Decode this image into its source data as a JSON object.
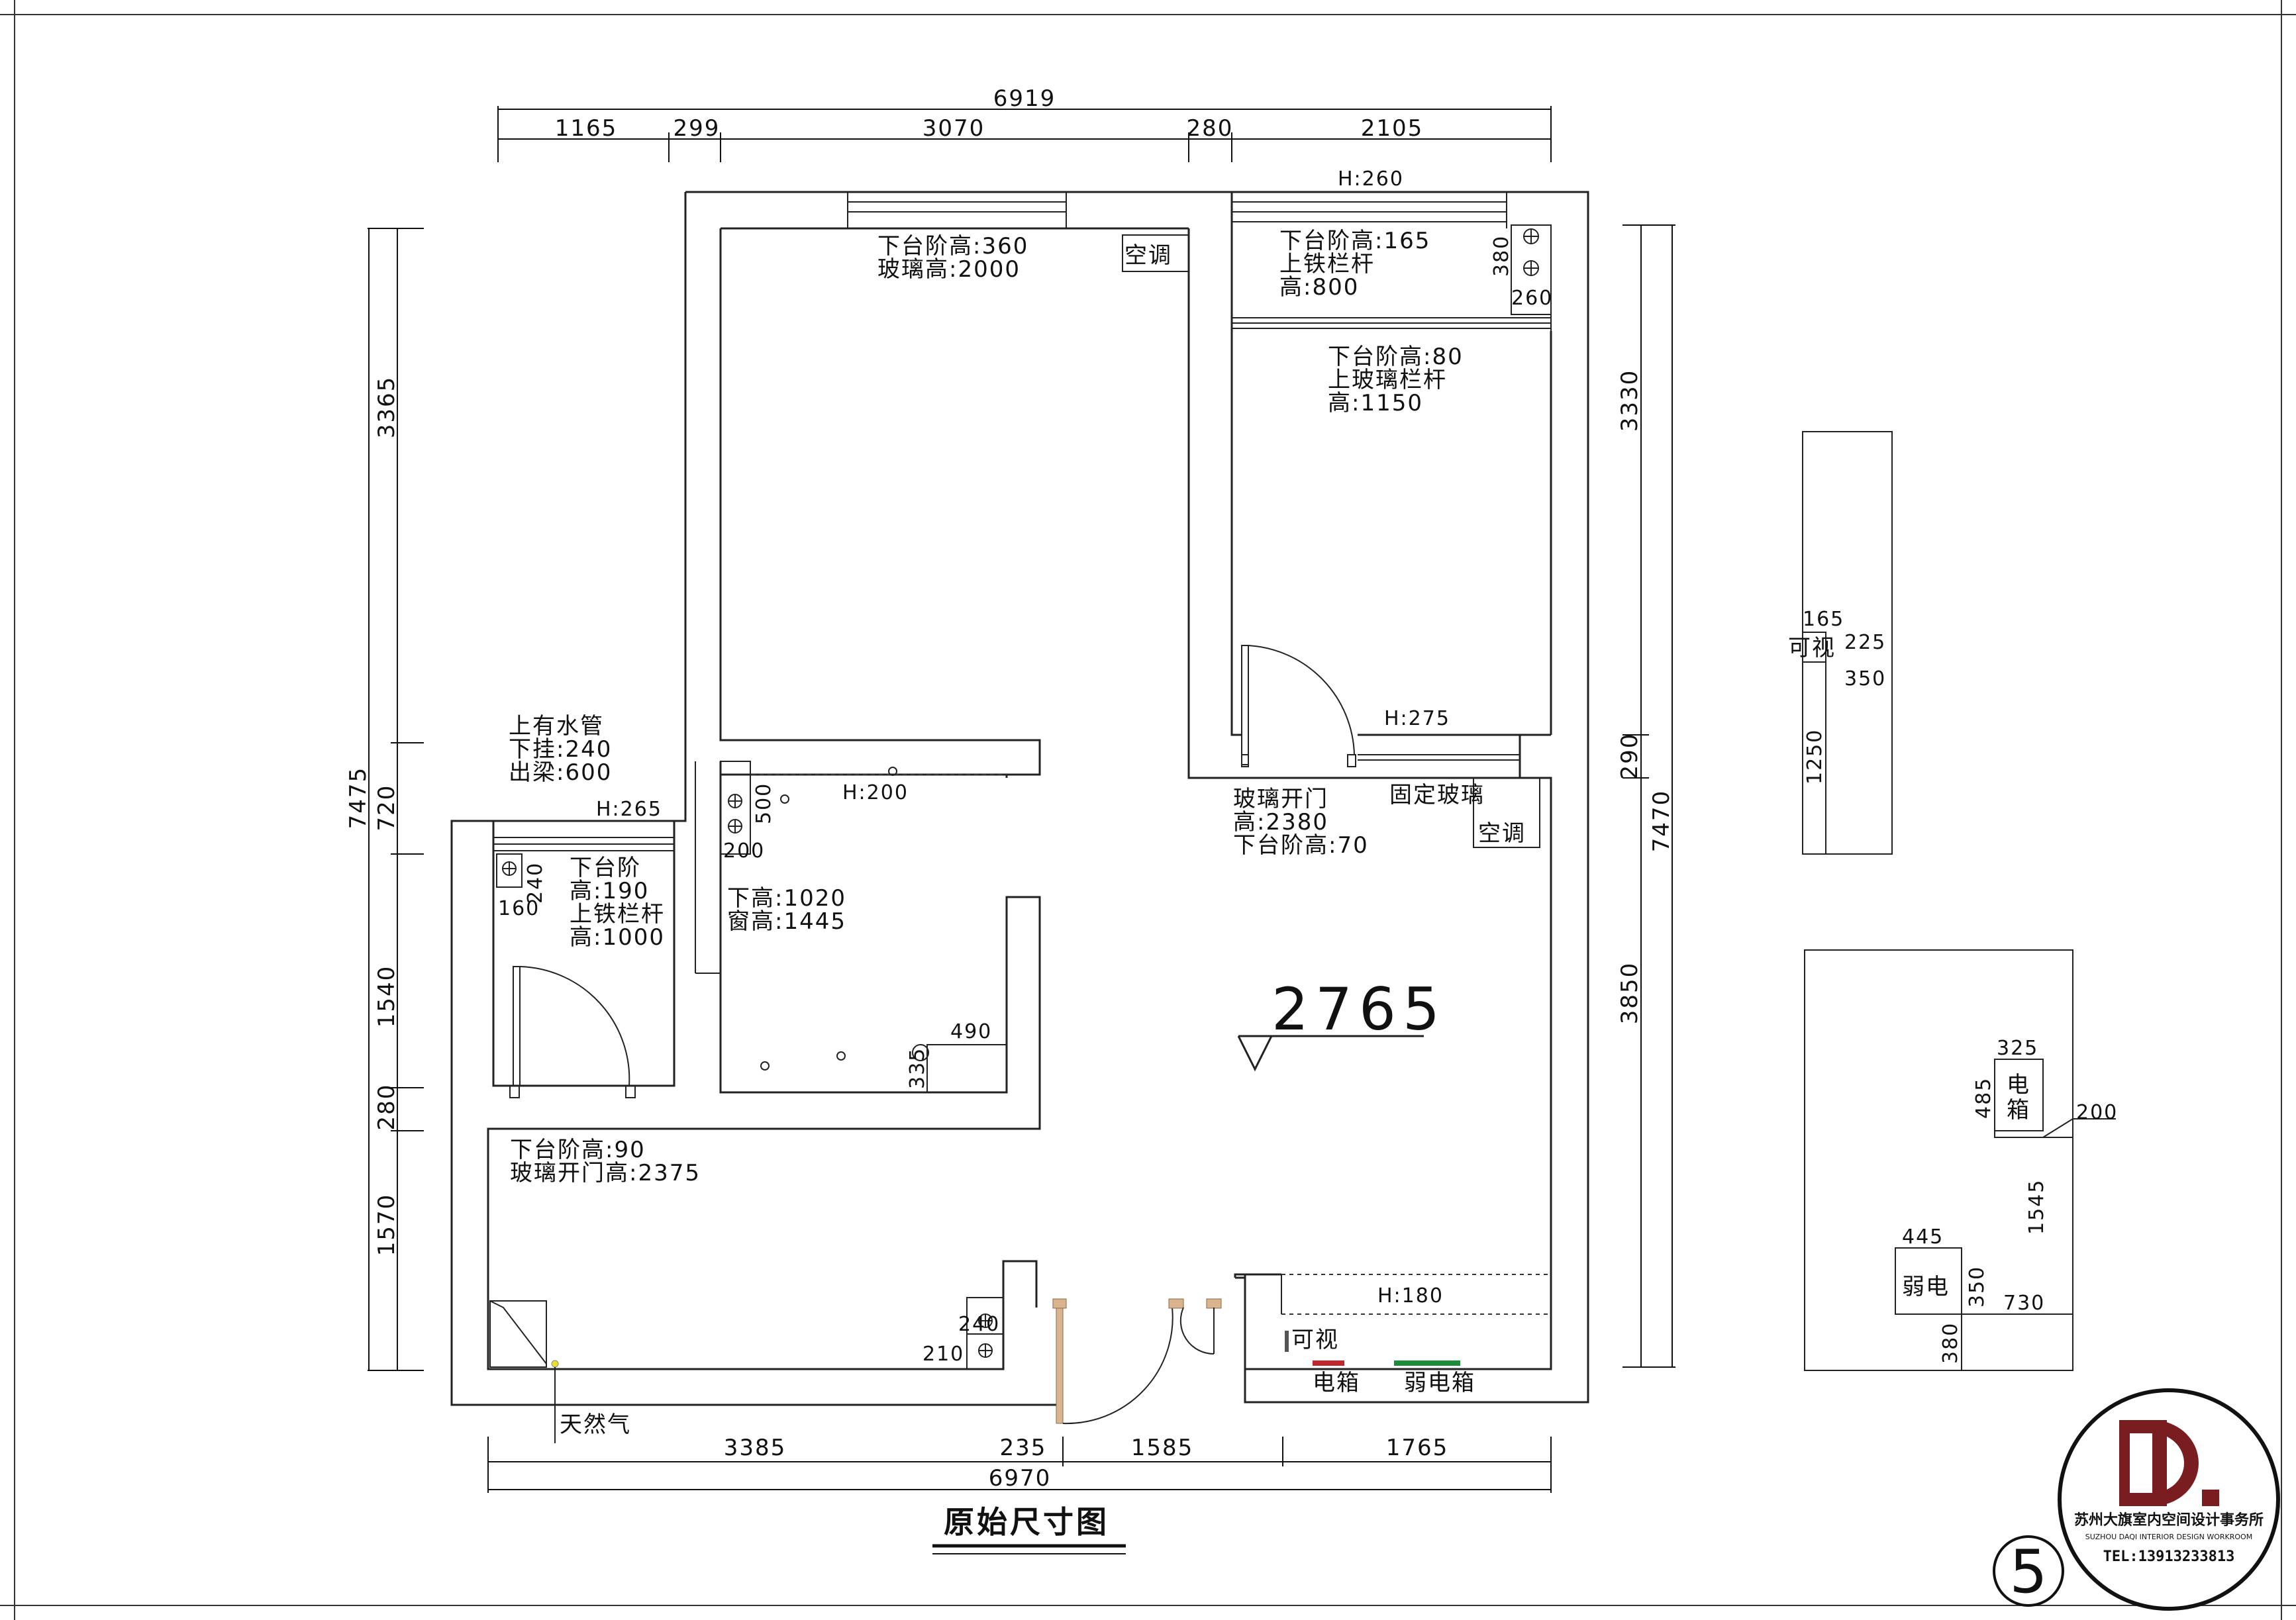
{
  "title": "原始尺寸图",
  "page_number": "5",
  "dims_top": {
    "total": "6919",
    "seg1": "1165",
    "seg2": "299",
    "seg3": "3070",
    "seg4": "280",
    "seg5": "2105"
  },
  "dims_bottom": {
    "total": "6970",
    "seg1": "3385",
    "seg2": "235",
    "seg3": "1585",
    "seg4": "1765"
  },
  "dims_left": {
    "total": "7475",
    "seg1": "3365",
    "seg2": "720",
    "seg3": "1540",
    "seg4": "280",
    "seg5": "1570"
  },
  "dims_right": {
    "total": "7470",
    "seg1": "3330",
    "seg2": "290",
    "seg3": "3850"
  },
  "ceiling_height": "2765",
  "notes": {
    "living_window_l1": "下台阶高:360",
    "living_window_l2": "玻璃高:2000",
    "ac_top": "空调",
    "balcony_top_h": "H:260",
    "balcony_top_l1": "下台阶高:165",
    "balcony_top_l2": "上铁栏杆",
    "balcony_top_l3": "高:800",
    "balcony_380": "380",
    "balcony_260": "260",
    "bedroom_win_l1": "下台阶高:80",
    "bedroom_win_l2": "上玻璃栏杆",
    "bedroom_win_l3": "高:1150",
    "bedroom_h275": "H:275",
    "pipe_l1": "上有水管",
    "pipe_l2": "下挂:240",
    "pipe_l3": "出梁:600",
    "h265": "H:265",
    "h200": "H:200",
    "n500": "500",
    "n200": "200",
    "n240": "240",
    "n160": "160",
    "small_bal_l1": "下台阶",
    "small_bal_l2": "高:190",
    "small_bal_l3": "上铁栏杆",
    "small_bal_l4": "高:1000",
    "kitchen_l1": "下高:1020",
    "kitchen_l2": "窗高:1445",
    "n490": "490",
    "n335": "335",
    "glassdoor_l1": "玻璃开门",
    "glassdoor_l2": "高:2380",
    "glassdoor_l3": "下台阶高:70",
    "fixed_glass": "固定玻璃",
    "ac_mid": "空调",
    "south_l1": "下台阶高:90",
    "south_l2": "玻璃开门高:2375",
    "n240b": "240",
    "n210": "210",
    "gas": "天然气",
    "h180": "H:180",
    "visual": "可视",
    "elec_box": "电箱",
    "weak_box": "弱电箱"
  },
  "elev1": {
    "n165": "165",
    "visual": "可视",
    "n225": "225",
    "n350": "350",
    "n1250": "1250"
  },
  "elev2": {
    "n325": "325",
    "elec": "电箱",
    "n485": "485",
    "n200": "200",
    "n1545": "1545",
    "n445": "445",
    "weak": "弱电",
    "n350": "350",
    "n730": "730",
    "n380": "380"
  },
  "logo": {
    "letter": "D.",
    "company": "苏州大旗室内空间设计事务所",
    "english": "SUZHOU DAQI INTERIOR DESIGN WORKROOM",
    "tel": "TEL:13913233813"
  },
  "colors": {
    "wall": "#222222",
    "door_frame": "#d9b48f",
    "elec_red": "#c0282d",
    "weak_green": "#1e8a3c",
    "weak_blue": "#1a7bbf",
    "logo_red": "#7a1d21",
    "gas_dot": "#e8e02a"
  }
}
